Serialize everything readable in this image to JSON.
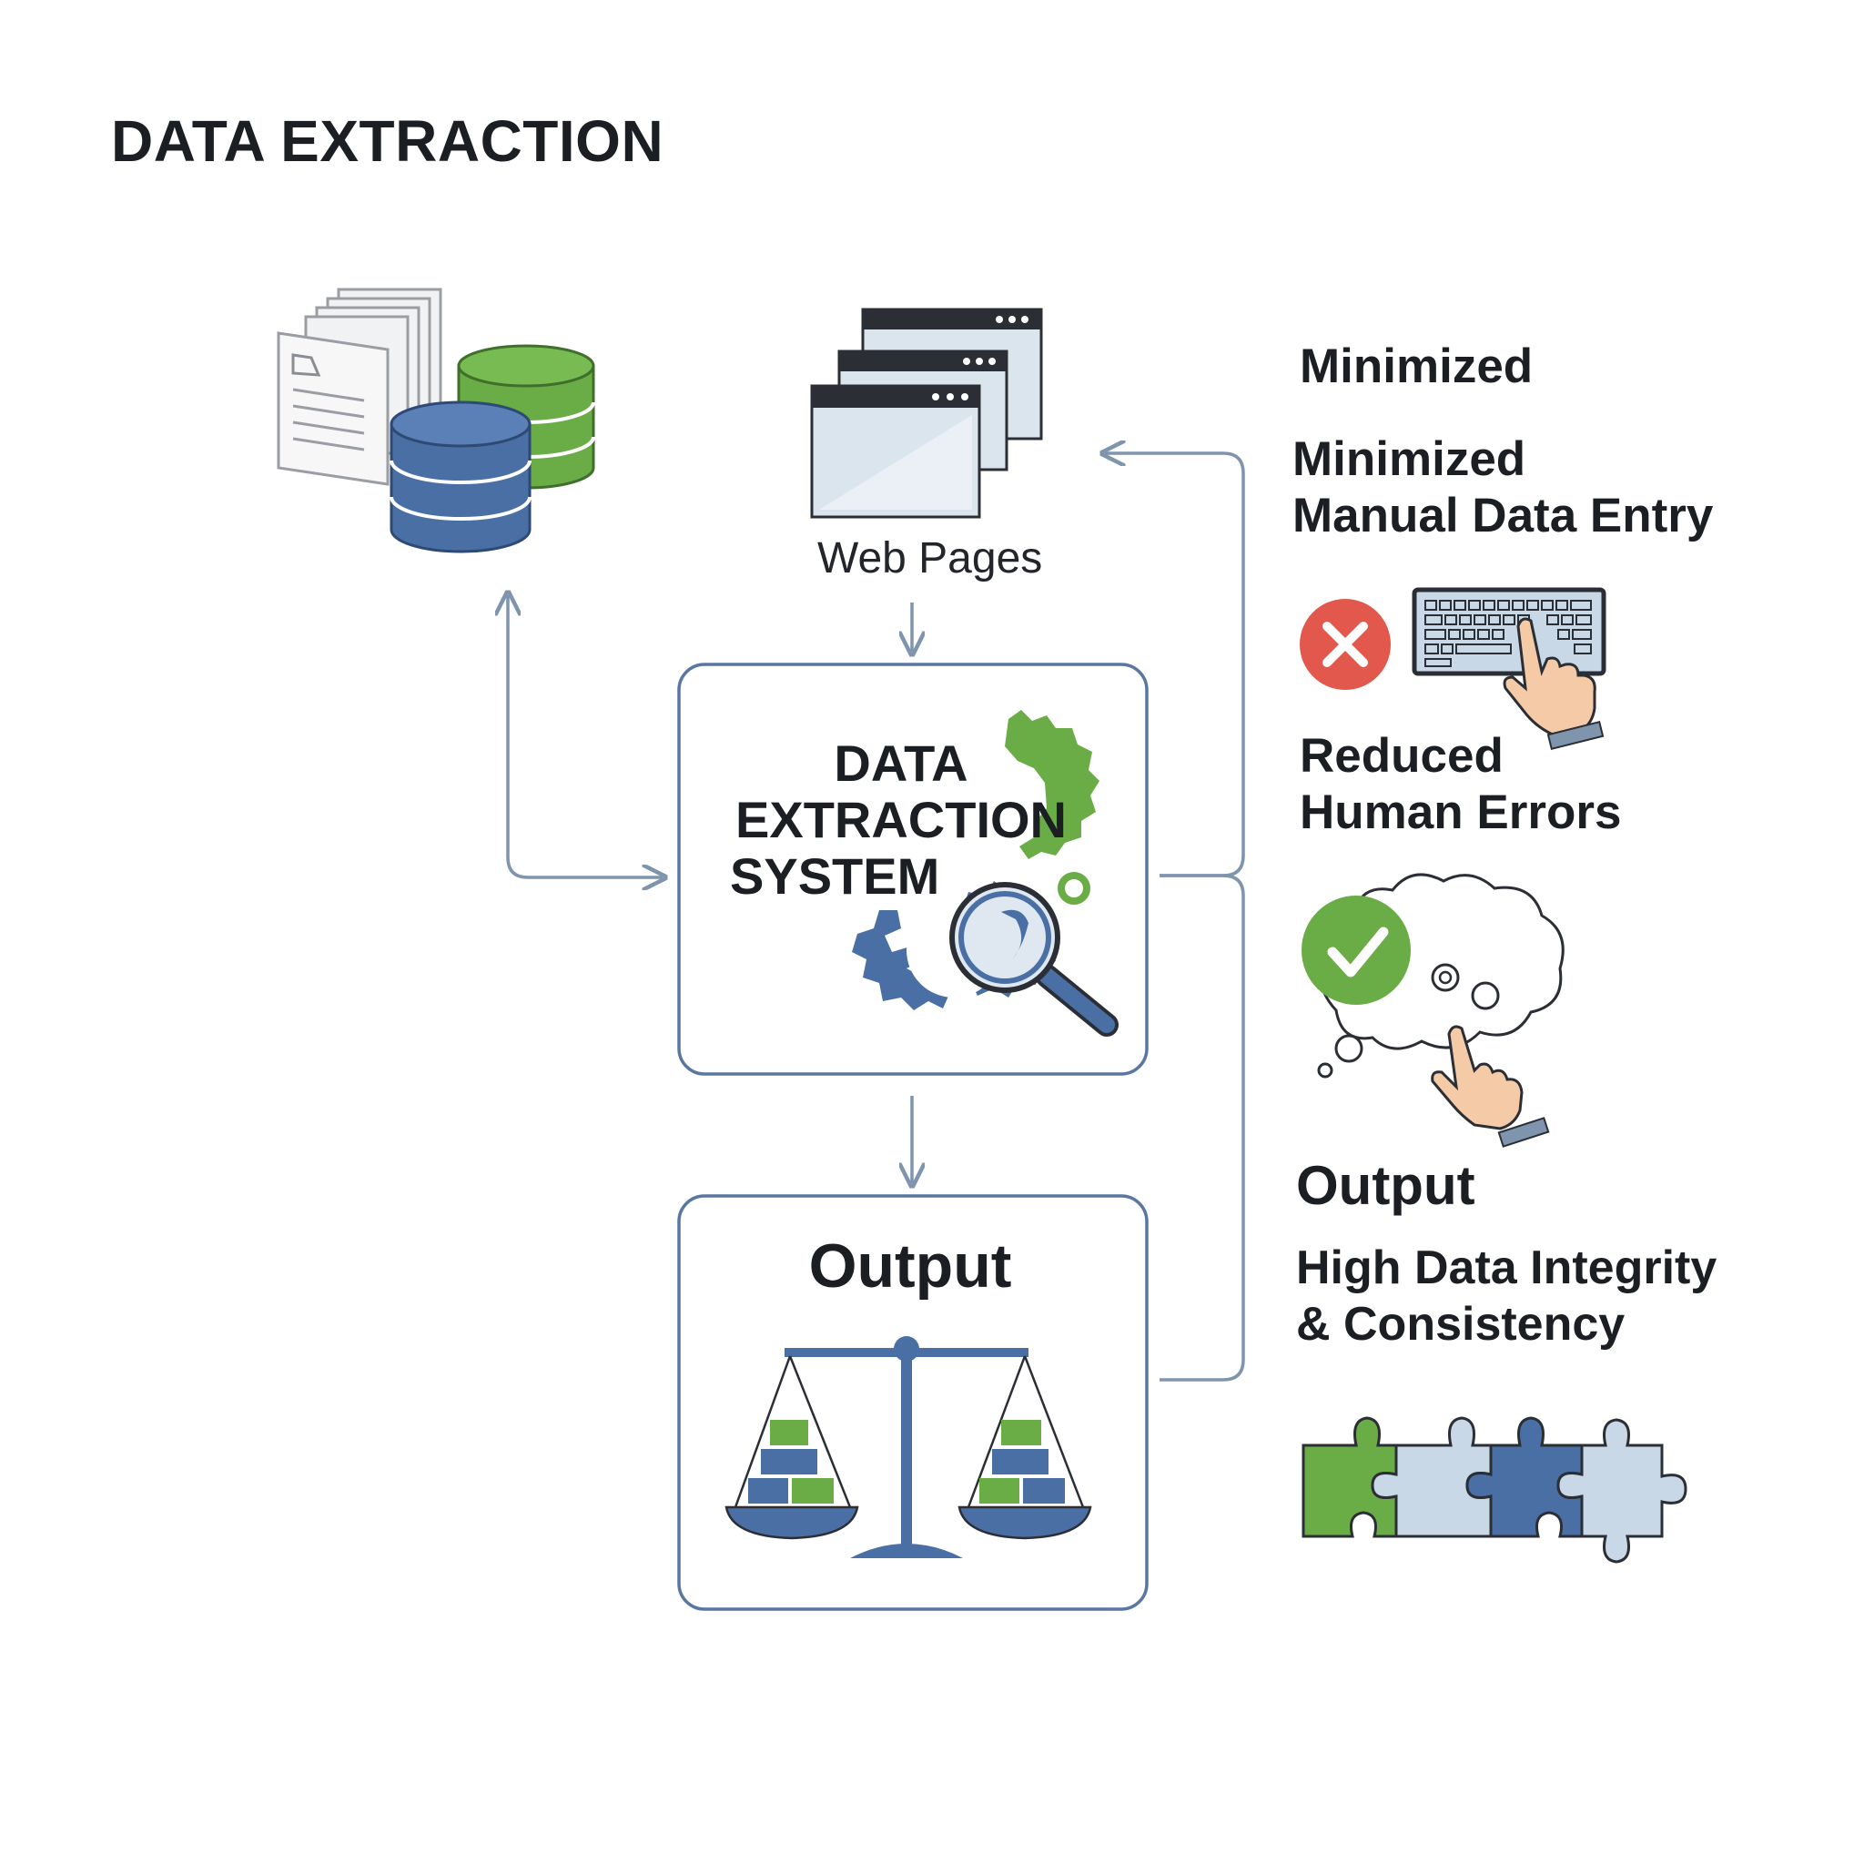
{
  "title": "DATA EXTRACTION",
  "sources": {
    "web_pages_label": "Web Pages",
    "documents_icon": "documents-icon",
    "database_icon": "database-icon",
    "browser_icon": "browser-windows-icon"
  },
  "system": {
    "title_line1": "DATA",
    "title_line2": "EXTRACTION",
    "title_line3": "SYSTEM",
    "icon": "gears-magnifier-icon"
  },
  "output_box": {
    "title": "Output",
    "icon": "balance-scale-icon"
  },
  "benefits": {
    "heading1": "Minimized",
    "item1_line1": "Minimized",
    "item1_line2": "Manual Data Entry",
    "item1_icon": "keyboard-typing-icon",
    "item2_line1": "Reduced",
    "item2_line2": "Human Errors",
    "item2_icon": "check-thought-icon",
    "output_heading": "Output",
    "item3_line1": "High Data Integrity",
    "item3_line2": "& Consistency",
    "item3_icon": "puzzle-pieces-icon"
  },
  "colors": {
    "blue": "#4a6fa5",
    "green": "#6aac46",
    "light_blue": "#c8d8e6",
    "line": "#7f94ad",
    "red": "#e2584d",
    "skin": "#f5cba7"
  }
}
